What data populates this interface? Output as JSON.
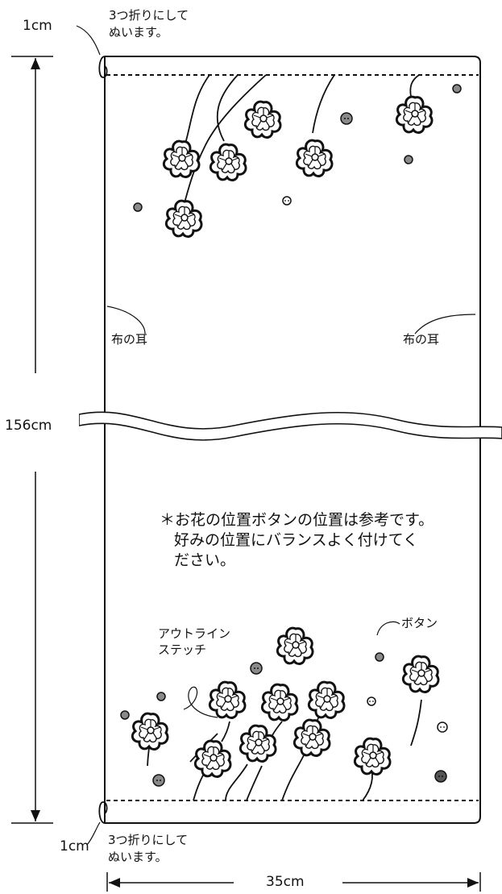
{
  "dimensions": {
    "hem_top": "1cm",
    "hem_bottom": "1cm",
    "length": "156cm",
    "width": "35cm"
  },
  "labels": {
    "fold_top_line1": "3つ折りにして",
    "fold_top_line2": "ぬいます。",
    "fold_bottom_line1": "3つ折りにして",
    "fold_bottom_line2": "ぬいます。",
    "selvage_left": "布の耳",
    "selvage_right": "布の耳",
    "outline_stitch_line1": "アウトライン",
    "outline_stitch_line2": "ステッチ",
    "button": "ボタン"
  },
  "note": {
    "line1": "＊お花の位置ボタンの位置は参考です。",
    "line2": "好みの位置にバランスよく付けてく",
    "line3": "ださい。"
  },
  "colors": {
    "line": "#111111",
    "button_gray": "#8a8a8a",
    "button_dark": "#555555",
    "background": "#ffffff"
  }
}
